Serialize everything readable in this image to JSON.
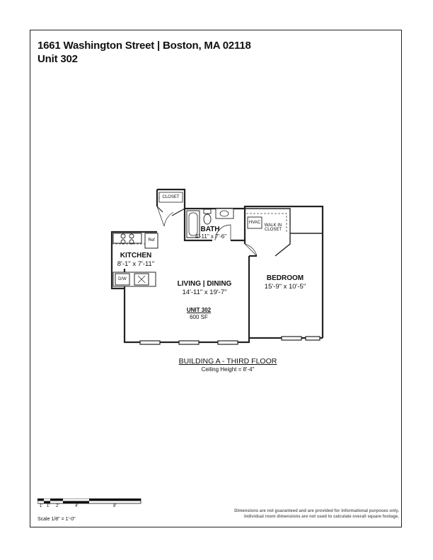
{
  "header": {
    "address": "1661 Washington Street | Boston, MA 02118",
    "unit": "Unit 302"
  },
  "rooms": {
    "closet_top": "CLOSET",
    "bath": "BATH",
    "bath_dim": "4'-11\" x 7'-6\"",
    "hvac": "HVAC",
    "walk_in_1": "WALK IN",
    "walk_in_2": "CLOSET",
    "ref": "Ref",
    "kitchen": "KITCHEN",
    "kitchen_dim": "8'-1\" x 7'-11\"",
    "dw": "D/W",
    "living": "LIVING | DINING",
    "living_dim": "14'-11\" x 19'-7\"",
    "unit_label": "UNIT 302",
    "unit_area": "600 SF",
    "bedroom": "BEDROOM",
    "bedroom_dim": "15'-9\" x 10'-5\""
  },
  "floor": {
    "title": "BUILDING A - THIRD FLOOR",
    "ceiling": "Ceiling Height = 8'-4\""
  },
  "scale": {
    "ticks": [
      "1'",
      "1'",
      "2'",
      "4'",
      "8'"
    ],
    "label": "Scale  1/8\" = 1'-0\""
  },
  "disclaimer": {
    "line1": "Dimensions are not guaranteed and are provided for informational purposes only.",
    "line2": "Individual room dimensions are not used to calculate overall square footage."
  }
}
